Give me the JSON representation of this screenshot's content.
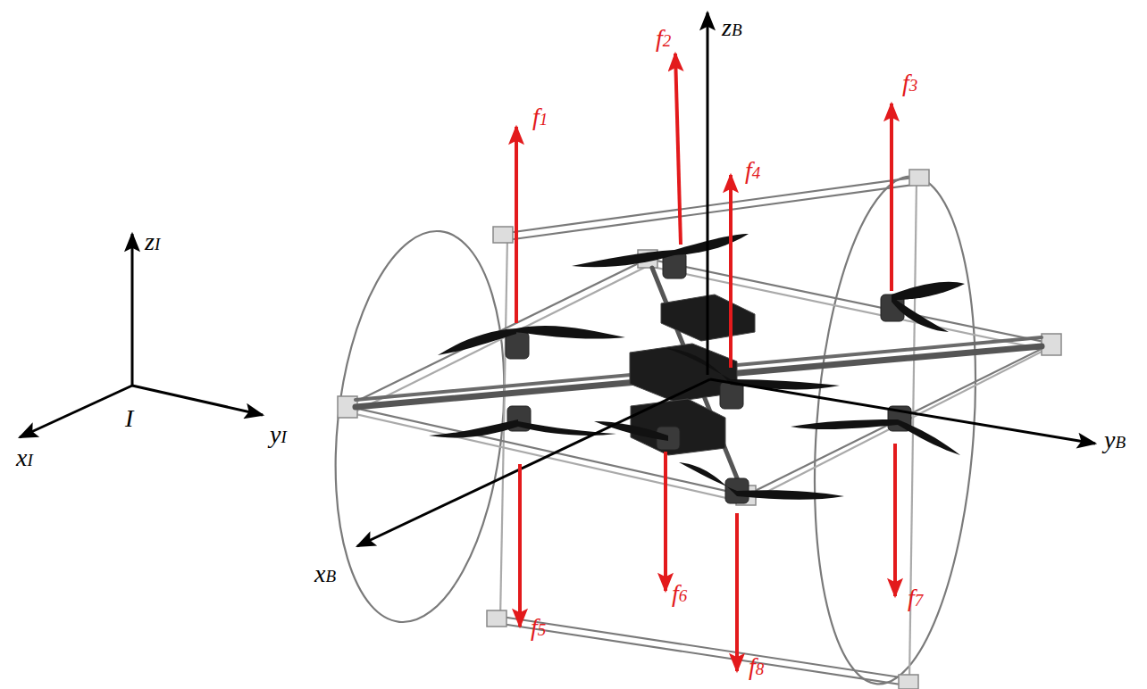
{
  "diagram": {
    "labels": [
      "zB",
      "f2",
      "f3",
      "f1",
      "f4",
      "zI",
      "yI",
      "I",
      "xI",
      "yB",
      "f6",
      "f7",
      "xB",
      "f5",
      "f8"
    ]
  }
}
